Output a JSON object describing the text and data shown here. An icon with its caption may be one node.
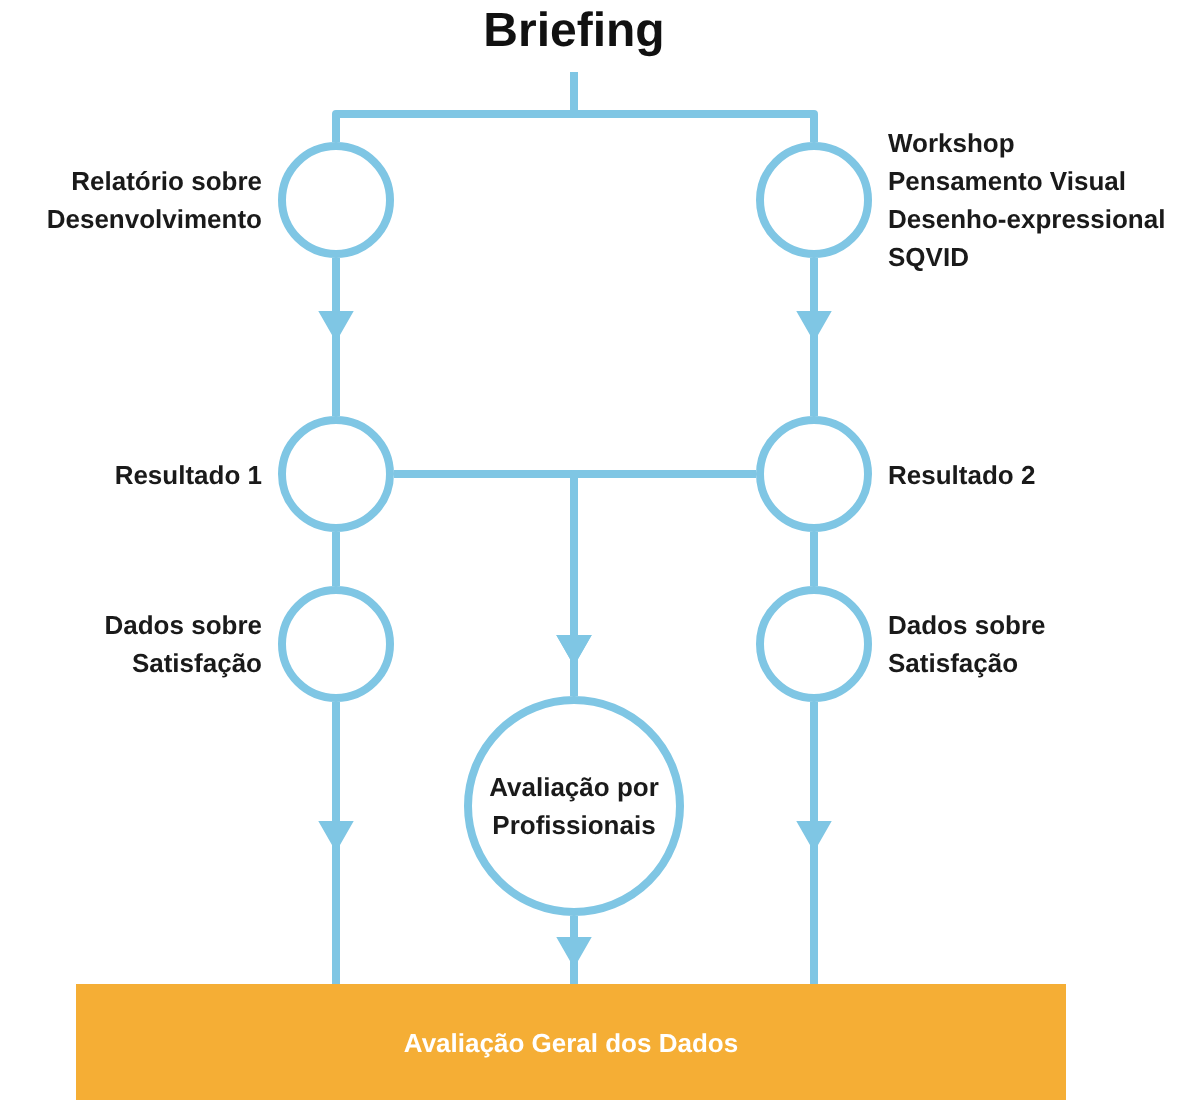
{
  "diagram": {
    "nodes": [
      {
        "text": [
          "Briefing"
        ]
      },
      {
        "text": [
          "Relatório sobre Desenvolvimento"
        ]
      },
      {
        "text": [
          "Workshop",
          "Pensamento Visual",
          "Desenho-expressional",
          "SQVID"
        ]
      },
      {
        "text": [
          "Resultado 1"
        ]
      },
      {
        "text": [
          "Resultado 2"
        ]
      },
      {
        "text": [
          "Dados sobre Satisfação"
        ]
      },
      {
        "text": [
          "Dados sobre Satisfação"
        ]
      },
      {
        "text": [
          "Avaliação por Profissionais"
        ]
      },
      {
        "text": [
          "Avaliação Geral dos Dados"
        ]
      }
    ],
    "edges": [
      {
        "from": 0,
        "to": 1,
        "arrow": "none"
      },
      {
        "from": 0,
        "to": 2,
        "arrow": "none"
      },
      {
        "from": 1,
        "to": 3,
        "arrow": "to"
      },
      {
        "from": 2,
        "to": 4,
        "arrow": "to"
      },
      {
        "from": 3,
        "to": 5,
        "arrow": "none"
      },
      {
        "from": 4,
        "to": 6,
        "arrow": "none"
      },
      {
        "from": 3,
        "to": 7,
        "arrow": "to"
      },
      {
        "from": 4,
        "to": 7,
        "arrow": "to"
      },
      {
        "from": 5,
        "to": 8,
        "arrow": "to"
      },
      {
        "from": 6,
        "to": 8,
        "arrow": "to"
      },
      {
        "from": 7,
        "to": 8,
        "arrow": "to"
      }
    ]
  }
}
